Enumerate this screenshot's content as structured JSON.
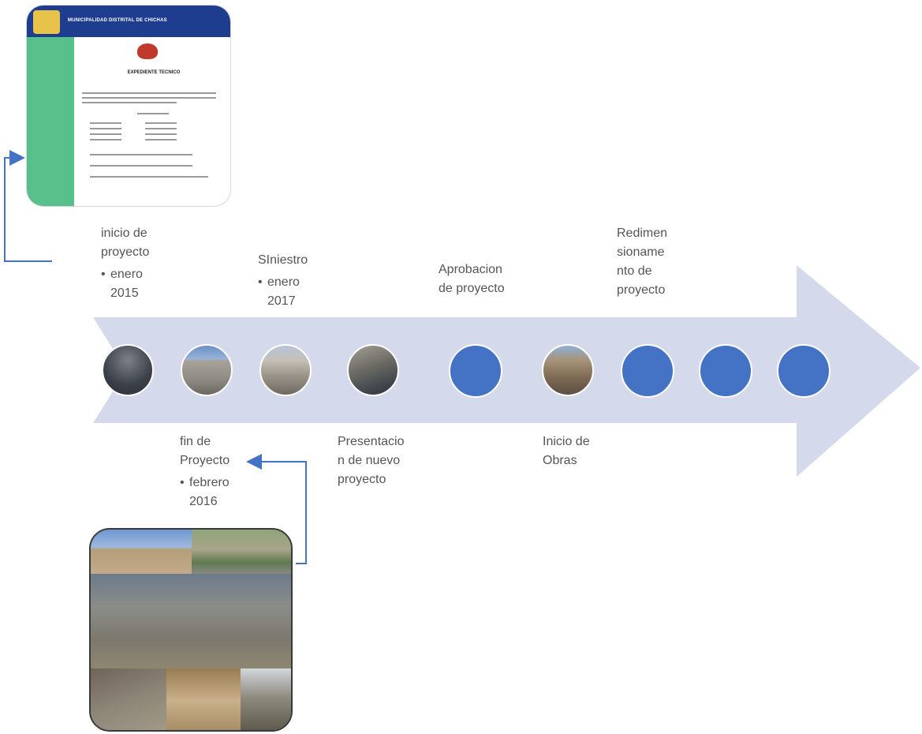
{
  "document_thumbnail": {
    "header": "MUNICIPALIDAD DISTRITAL DE CHICHAS",
    "title": "EXPEDIENTE TECNICO"
  },
  "milestones_top": [
    {
      "title": "inicio de\nproyecto",
      "date": "enero\n2015"
    },
    {
      "title": "SIniestro",
      "date": "enero\n2017"
    },
    {
      "title": "Aprobacion\nde proyecto"
    },
    {
      "title": "Redimen\nsioname\nnto de\nproyecto"
    }
  ],
  "milestones_bottom": [
    {
      "title": "fin de\nProyecto",
      "date": "febrero\n2016"
    },
    {
      "title": "Presentacio\nn de nuevo\nproyecto"
    },
    {
      "title": "Inicio de\nObras"
    }
  ],
  "colors": {
    "arrow": "#d4d9eb",
    "dot": "#4472c4",
    "connector": "#4472c4",
    "doc_header": "#1f3d8f",
    "doc_sidebar": "#58c08a"
  },
  "icons": [
    "connector-arrow-icon",
    "connector-arrow-icon"
  ]
}
